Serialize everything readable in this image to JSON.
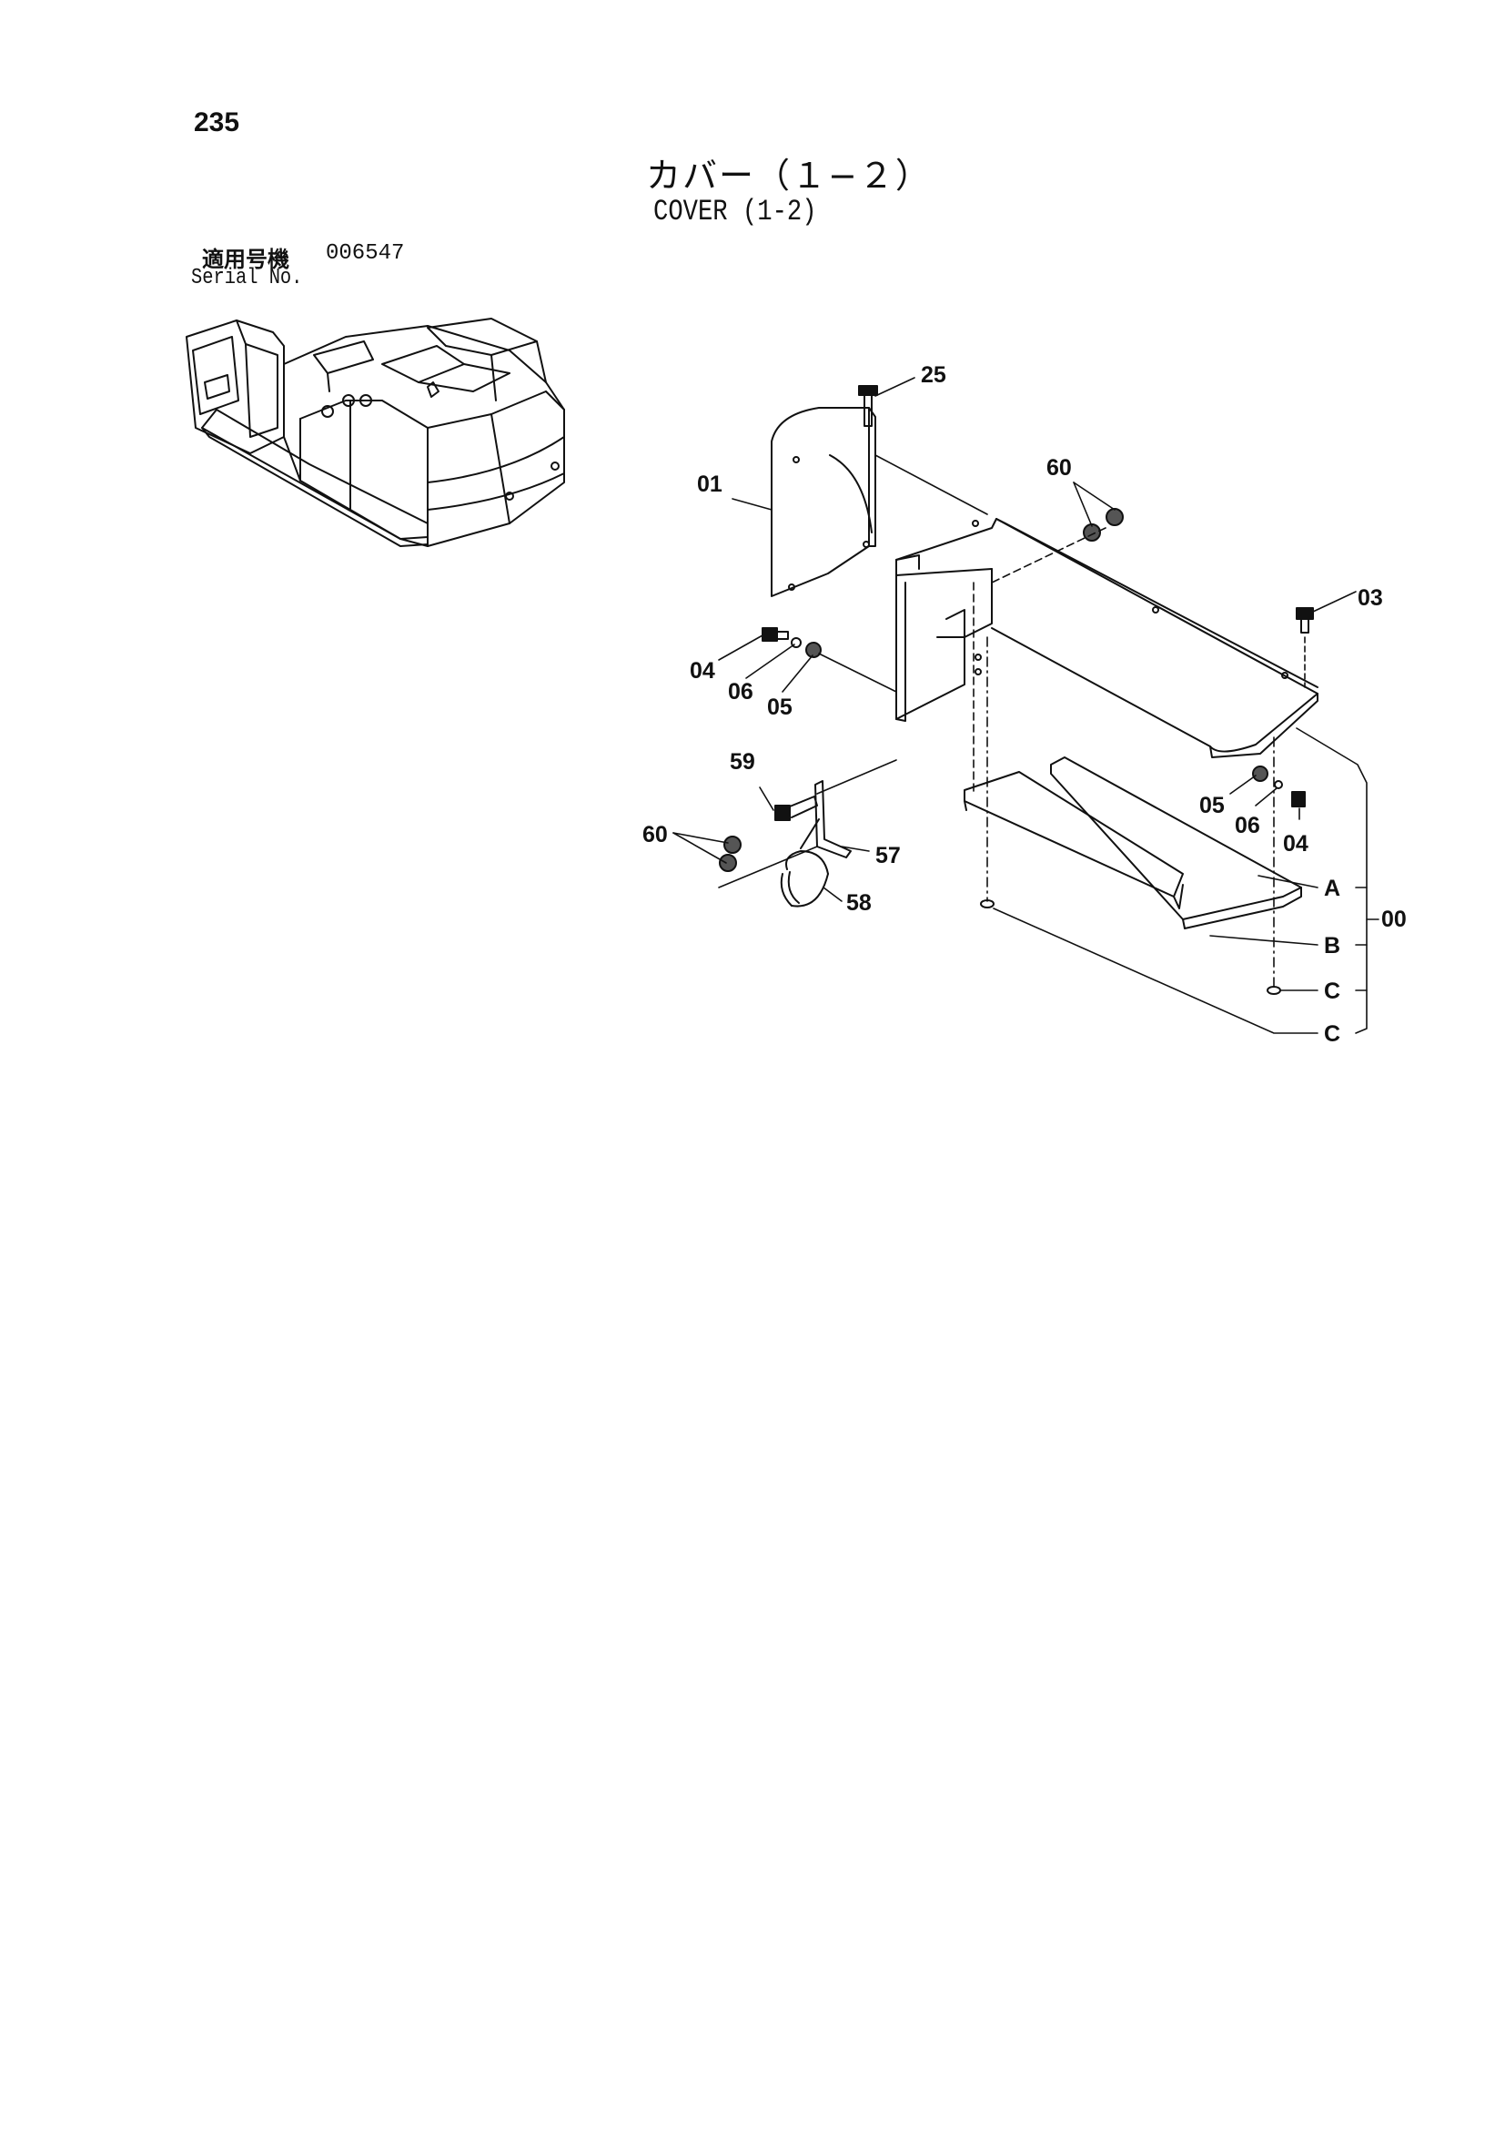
{
  "header": {
    "page_number": "235",
    "title_jp": "カバー（１−２）",
    "title_en": "COVER (1-2)",
    "serial_label_jp": "適用号機",
    "serial_value": "006547",
    "serial_label_en": "Serial No."
  },
  "callouts": {
    "c25": "25",
    "c01": "01",
    "c60a": "60",
    "c03": "03",
    "c04a": "04",
    "c06a": "06",
    "c05a": "05",
    "c59": "59",
    "c60b": "60",
    "c57": "57",
    "c58": "58",
    "c05b": "05",
    "c06b": "06",
    "c04b": "04",
    "cA": "A",
    "cB": "B",
    "cC1": "C",
    "cC2": "C",
    "c00": "00"
  }
}
